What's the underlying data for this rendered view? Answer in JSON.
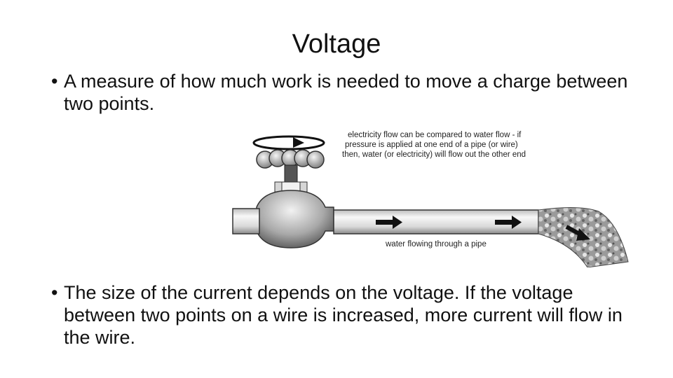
{
  "slide": {
    "title": "Voltage",
    "bullets": [
      "A measure of how much work is needed to move a charge between two points.",
      "The size of the current depends on the voltage. If the voltage between two points on a wire is increased, more current will flow in the wire."
    ],
    "bullet_glyph": "•"
  },
  "figure": {
    "caption_lines": [
      "electricity flow can be compared to water flow - if",
      "pressure is applied at one end of a pipe (or wire)",
      "then, water (or electricity) will flow out the other end"
    ],
    "pipe_label": "water flowing through a pipe",
    "icons": [
      "rotation-arrow-icon",
      "valve-handle-icon",
      "flow-arrow-icon"
    ]
  }
}
